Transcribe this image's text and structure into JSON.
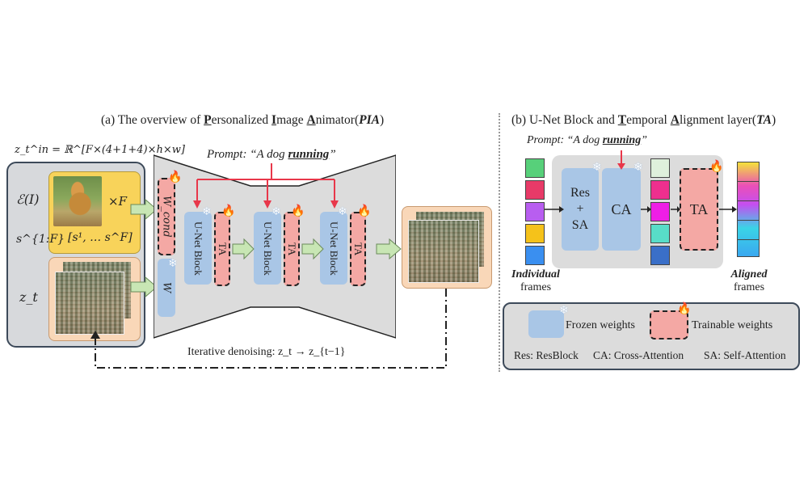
{
  "panel_a": {
    "title_prefix": "(a) The overview of ",
    "title_p": "P",
    "title_ersonalized": "ersonalized ",
    "title_i": "I",
    "title_mage": "mage ",
    "title_a": "A",
    "title_nimator": "nimator(",
    "title_pia": "PIA",
    "title_close": ")",
    "zt_in_equation": "z_t^in = ℝ^[F×(4+1+4)×h×w]",
    "encoder_label": "ℰ(I)",
    "times_f": "×F",
    "s_label": "s^{1:F}",
    "s_set": "[s¹, … s^F]",
    "zt_label": "z_t",
    "w_cond": "W_cond",
    "w": "W",
    "unet_block_label": "U-Net Block",
    "ta_label": "TA",
    "prompt_prefix": "Prompt: “A dog ",
    "prompt_word": "running",
    "prompt_suffix": "”",
    "iterative": "Iterative denoising: z_t → z_{t−1}"
  },
  "panel_b": {
    "title_prefix": "(b) U-Net Block and ",
    "title_t": "T",
    "title_emporal": "emporal ",
    "title_a": "A",
    "title_lignment": "lignment layer(",
    "title_ta": "TA",
    "title_close": ")",
    "prompt_prefix": "Prompt: “A dog ",
    "prompt_word": "running",
    "prompt_suffix": "”",
    "res_sa": "Res\n+\nSA",
    "res": "Res",
    "plus": "+",
    "sa": "SA",
    "ca": "CA",
    "ta": "TA",
    "individual": "Individual",
    "individual_frames": "frames",
    "aligned": "Aligned",
    "aligned_frames": "frames",
    "input_colors": [
      "#57d07a",
      "#e83a68",
      "#b85ef0",
      "#f5c21a",
      "#3a8ff0"
    ],
    "mid_colors": [
      "#dff0dc",
      "#ee2f8e",
      "#ef1ee6",
      "#58ddc8",
      "#3a6fc8"
    ],
    "aligned_colors": [
      "#f4e23a",
      "#ea4fb8",
      "#c44ff0",
      "#3ad4e6",
      "#3aa8f0"
    ]
  },
  "legend": {
    "frozen": "Frozen weights",
    "trainable": "Trainable weights",
    "res_def": "Res: ResBlock",
    "ca_def": "CA: Cross-Attention",
    "sa_def": "SA: Self-Attention"
  },
  "colors": {
    "frozen_blue": "#a9c6e6",
    "trainable_red": "#f4a8a4",
    "input_yellow": "#f8d35a",
    "noise_orange": "#f9d7b8",
    "panel_gray": "#dcdcdc",
    "arrow_red": "#e8374a",
    "arrow_green": "#c8e6b4"
  }
}
